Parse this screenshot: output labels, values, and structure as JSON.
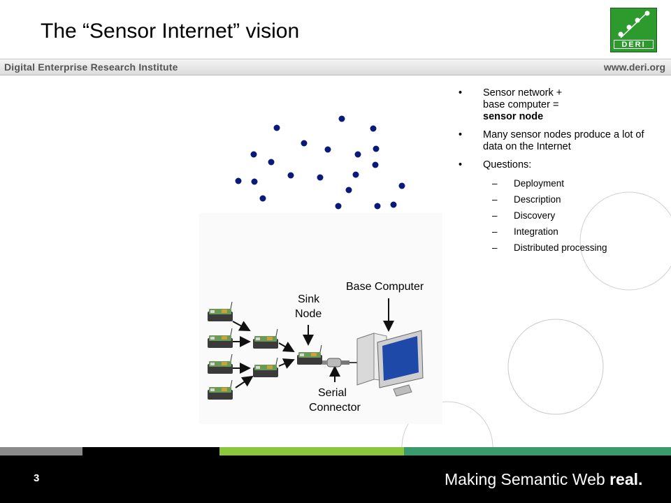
{
  "slide": {
    "title": "The “Sensor Internet” vision",
    "logo_text": "DERI",
    "banner_left": "Digital Enterprise Research Institute",
    "banner_right": "www.deri.org",
    "bullets": [
      {
        "line1": "Sensor network +",
        "line2": "base computer =",
        "line3_bold": "sensor node"
      },
      {
        "text": "Many sensor nodes produce a lot of data on the Internet"
      },
      {
        "text": "Questions:"
      }
    ],
    "sub_bullets": [
      "Deployment",
      "Description",
      "Discovery",
      "Integration",
      "Distributed processing"
    ],
    "sub_dash": "–",
    "diagram": {
      "base_computer": "Base Computer",
      "sink_node_line1": "Sink",
      "sink_node_line2": "Node",
      "serial_line1": "Serial",
      "serial_line2": "Connector"
    },
    "page_number": "3",
    "tagline_regular": "Making Semantic Web ",
    "tagline_bold": "real."
  },
  "colors": {
    "dot": "#0a1a7a",
    "logo_green": "#2d9a2d",
    "stripe_gray": "#8a8a8a",
    "stripe_black": "#000000",
    "stripe_lime": "#8cc63f",
    "stripe_green": "#3b9a6c"
  }
}
